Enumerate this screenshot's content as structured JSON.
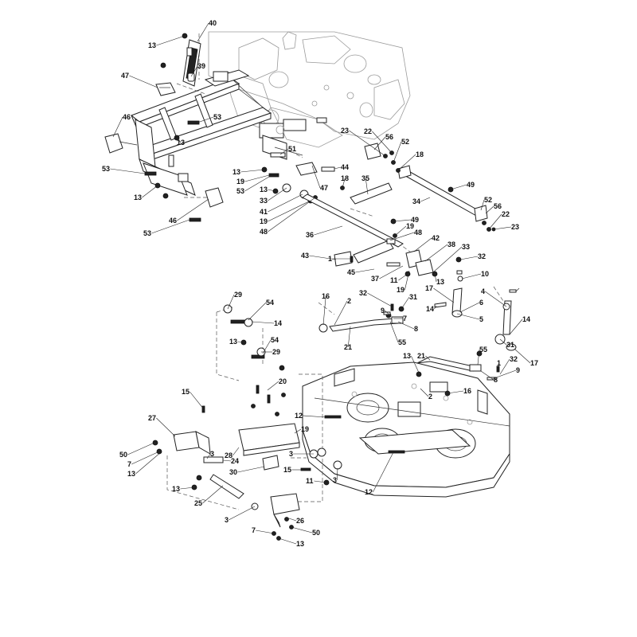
{
  "labels": [
    {
      "id": "l40a",
      "text": "40"
    },
    {
      "id": "l13a",
      "text": "13"
    },
    {
      "id": "l39",
      "text": "39"
    },
    {
      "id": "l47a",
      "text": "47"
    },
    {
      "id": "l46a",
      "text": "46"
    },
    {
      "id": "l53a",
      "text": "53"
    },
    {
      "id": "l13b",
      "text": "13"
    },
    {
      "id": "l53b",
      "text": "53"
    },
    {
      "id": "l13c",
      "text": "13"
    },
    {
      "id": "l46b",
      "text": "46"
    },
    {
      "id": "l53c",
      "text": "53"
    },
    {
      "id": "l51",
      "text": "51"
    },
    {
      "id": "l13d",
      "text": "13"
    },
    {
      "id": "l19a",
      "text": "19"
    },
    {
      "id": "l53d",
      "text": "53"
    },
    {
      "id": "l44",
      "text": "44"
    },
    {
      "id": "l13e",
      "text": "13"
    },
    {
      "id": "l33a",
      "text": "33"
    },
    {
      "id": "l47b",
      "text": "47"
    },
    {
      "id": "l41",
      "text": "41"
    },
    {
      "id": "l19b",
      "text": "19"
    },
    {
      "id": "l48a",
      "text": "48"
    },
    {
      "id": "l18a",
      "text": "18"
    },
    {
      "id": "l23a",
      "text": "23"
    },
    {
      "id": "l22a",
      "text": "22"
    },
    {
      "id": "l56a",
      "text": "56"
    },
    {
      "id": "l52a",
      "text": "52"
    },
    {
      "id": "l18b",
      "text": "18"
    },
    {
      "id": "l35",
      "text": "35"
    },
    {
      "id": "l49a",
      "text": "49"
    },
    {
      "id": "l34",
      "text": "34"
    },
    {
      "id": "l52b",
      "text": "52"
    },
    {
      "id": "l56b",
      "text": "56"
    },
    {
      "id": "l22b",
      "text": "22"
    },
    {
      "id": "l23b",
      "text": "23"
    },
    {
      "id": "l49b",
      "text": "49"
    },
    {
      "id": "l36",
      "text": "36"
    },
    {
      "id": "l19c",
      "text": "19"
    },
    {
      "id": "l48b",
      "text": "48"
    },
    {
      "id": "l42",
      "text": "42"
    },
    {
      "id": "l38",
      "text": "38"
    },
    {
      "id": "l43",
      "text": "43"
    },
    {
      "id": "l33b",
      "text": "33"
    },
    {
      "id": "l1a",
      "text": "1"
    },
    {
      "id": "l45",
      "text": "45"
    },
    {
      "id": "l37",
      "text": "37"
    },
    {
      "id": "l11a",
      "text": "11"
    },
    {
      "id": "l13f",
      "text": "13"
    },
    {
      "id": "l19d",
      "text": "19"
    },
    {
      "id": "l32a",
      "text": "32"
    },
    {
      "id": "l10",
      "text": "10"
    },
    {
      "id": "l17a",
      "text": "17"
    },
    {
      "id": "l4",
      "text": "4"
    },
    {
      "id": "l6",
      "text": "6"
    },
    {
      "id": "l5",
      "text": "5"
    },
    {
      "id": "l14a",
      "text": "14"
    },
    {
      "id": "l32b",
      "text": "32"
    },
    {
      "id": "l16a",
      "text": "16"
    },
    {
      "id": "l2a",
      "text": "2"
    },
    {
      "id": "l9a",
      "text": "9"
    },
    {
      "id": "l31a",
      "text": "31"
    },
    {
      "id": "l7a",
      "text": "7"
    },
    {
      "id": "l8a",
      "text": "8"
    },
    {
      "id": "l21a",
      "text": "21"
    },
    {
      "id": "l55a",
      "text": "55"
    },
    {
      "id": "l14b",
      "text": "14"
    },
    {
      "id": "l31b",
      "text": "31"
    },
    {
      "id": "l17b",
      "text": "17"
    },
    {
      "id": "l29a",
      "text": "29"
    },
    {
      "id": "l54a",
      "text": "54"
    },
    {
      "id": "l14c",
      "text": "14"
    },
    {
      "id": "l13g",
      "text": "13"
    },
    {
      "id": "l54b",
      "text": "54"
    },
    {
      "id": "l29b",
      "text": "29"
    },
    {
      "id": "l13h",
      "text": "13"
    },
    {
      "id": "l21b",
      "text": "21"
    },
    {
      "id": "l55b",
      "text": "55"
    },
    {
      "id": "l1b",
      "text": "1"
    },
    {
      "id": "l32c",
      "text": "32"
    },
    {
      "id": "l9b",
      "text": "9"
    },
    {
      "id": "l8b",
      "text": "8"
    },
    {
      "id": "l2b",
      "text": "2"
    },
    {
      "id": "l16b",
      "text": "16"
    },
    {
      "id": "l20",
      "text": "20"
    },
    {
      "id": "l15a",
      "text": "15"
    },
    {
      "id": "l12a",
      "text": "12"
    },
    {
      "id": "l19e",
      "text": "19"
    },
    {
      "id": "l27",
      "text": "27"
    },
    {
      "id": "l50a",
      "text": "50"
    },
    {
      "id": "l7b",
      "text": "7"
    },
    {
      "id": "l13i",
      "text": "13"
    },
    {
      "id": "l3a",
      "text": "3"
    },
    {
      "id": "l24",
      "text": "24"
    },
    {
      "id": "l28",
      "text": "28"
    },
    {
      "id": "l3b",
      "text": "3"
    },
    {
      "id": "l15b",
      "text": "15"
    },
    {
      "id": "l30",
      "text": "30"
    },
    {
      "id": "l11b",
      "text": "11"
    },
    {
      "id": "l3c",
      "text": "3"
    },
    {
      "id": "l13j",
      "text": "13"
    },
    {
      "id": "l25",
      "text": "25"
    },
    {
      "id": "l3d",
      "text": "3"
    },
    {
      "id": "l26",
      "text": "26"
    },
    {
      "id": "l7c",
      "text": "7"
    },
    {
      "id": "l50b",
      "text": "50"
    },
    {
      "id": "l13k",
      "text": "13"
    },
    {
      "id": "l12b",
      "text": "12"
    }
  ]
}
